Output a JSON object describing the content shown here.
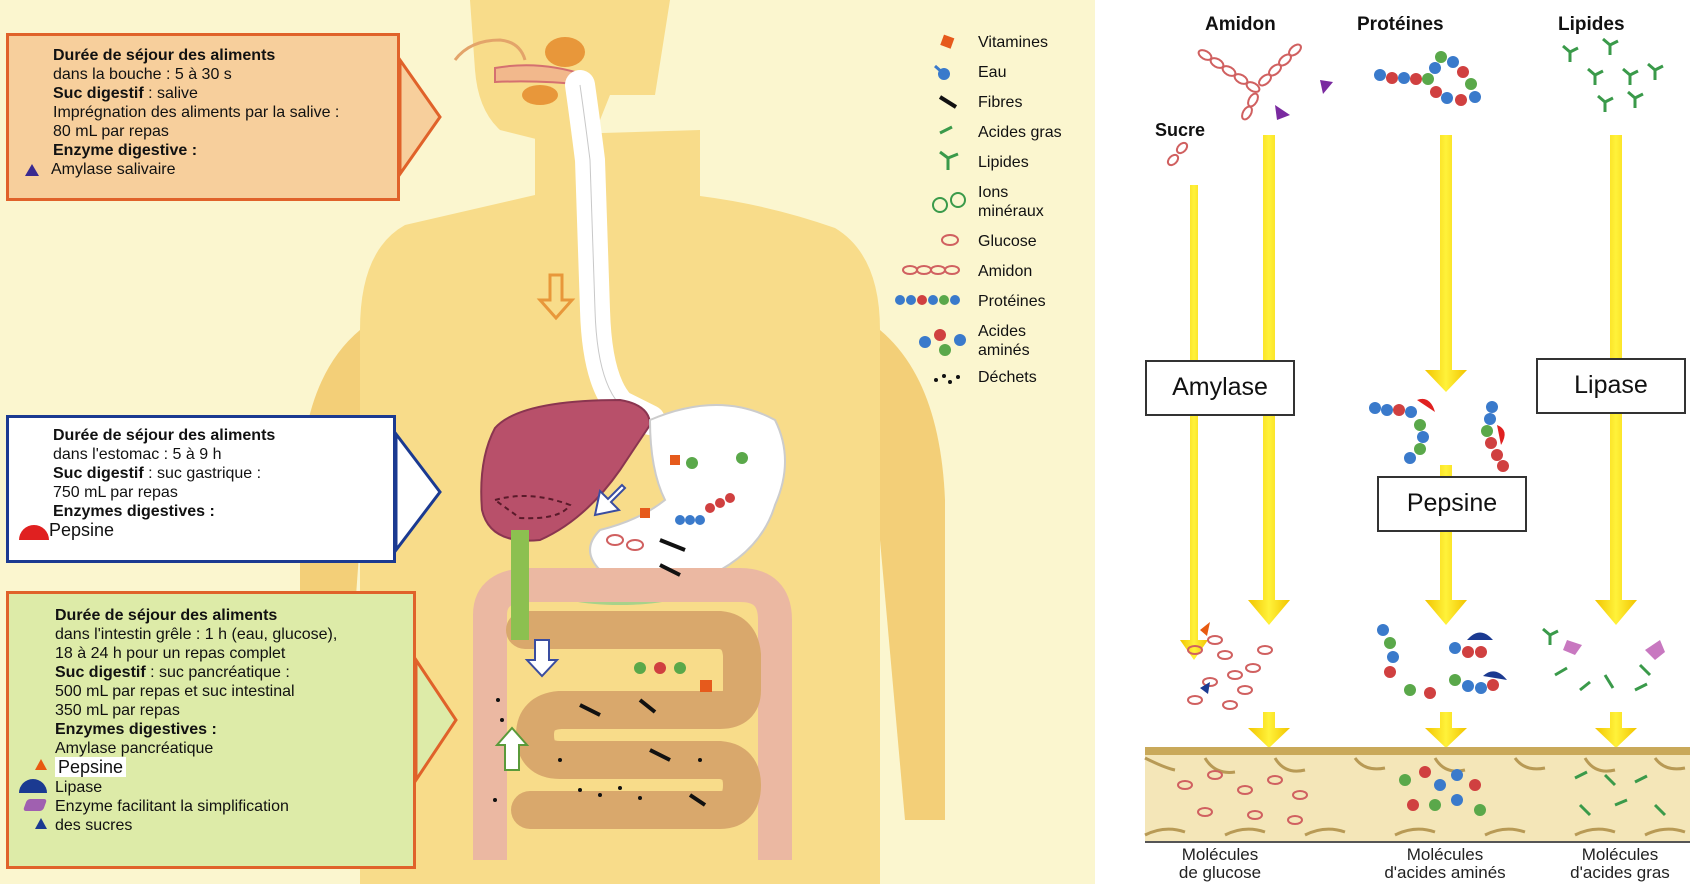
{
  "mouth_box": {
    "line1": "Durée de séjour des aliments",
    "line2": "dans la bouche :  5 à 30 s",
    "suc_label": "Suc digestif",
    "suc_value": " : salive",
    "line4": "Imprégnation des aliments par la salive :",
    "line5": "80 mL par repas",
    "enzyme_label": "Enzyme digestive :",
    "enzyme1": "Amylase salivaire"
  },
  "stomach_box": {
    "line1": "Durée de séjour des aliments",
    "line2": "dans l'estomac : 5 à 9 h",
    "suc_label": "Suc digestif",
    "suc_value": " : suc gastrique :",
    "line4": "750 mL par repas",
    "enzyme_label": "Enzymes digestives :",
    "enzyme1": "Pepsine"
  },
  "intestine_box": {
    "line1": "Durée de séjour des aliments",
    "line2": "dans l'intestin grêle : 1 h (eau, glucose),",
    "line3": "18 à 24 h pour un repas complet",
    "suc_label": "Suc digestif",
    "suc_value": " : suc pancréatique :",
    "line5": "500 mL par repas et suc intestinal",
    "line6": "350 mL par repas",
    "enzyme_label": "Enzymes digestives :",
    "enzyme1": "Amylase pancréatique",
    "enzyme2": "Pepsine",
    "enzyme3": "Lipase",
    "enzyme4": "Enzyme facilitant la simplification",
    "enzyme4b": "des sucres"
  },
  "legend": {
    "vitamines": "Vitamines",
    "eau": "Eau",
    "fibres": "Fibres",
    "acides_gras": "Acides gras",
    "lipides": "Lipides",
    "ions1": "Ions",
    "ions2": "minéraux",
    "glucose": "Glucose",
    "amidon": "Amidon",
    "proteines": "Protéines",
    "acides_amines1": "Acides",
    "acides_amines2": "aminés",
    "dechets": "Déchets"
  },
  "right": {
    "col1": "Amidon",
    "col2": "Protéines",
    "col3": "Lipides",
    "sucre": "Sucre",
    "amylase": "Amylase",
    "pepsine": "Pepsine",
    "lipase": "Lipase",
    "mol1a": "Molécules",
    "mol1b": "de glucose",
    "mol2a": "Molécules",
    "mol2b": "d'acides aminés",
    "mol3a": "Molécules",
    "mol3b": "d'acides gras"
  },
  "colors": {
    "body": "#f8dc8a",
    "liver": "#b8506a",
    "arrow": "#f7e21a",
    "mouth_border": "#e0622a",
    "stomach_border": "#1b3a91"
  }
}
